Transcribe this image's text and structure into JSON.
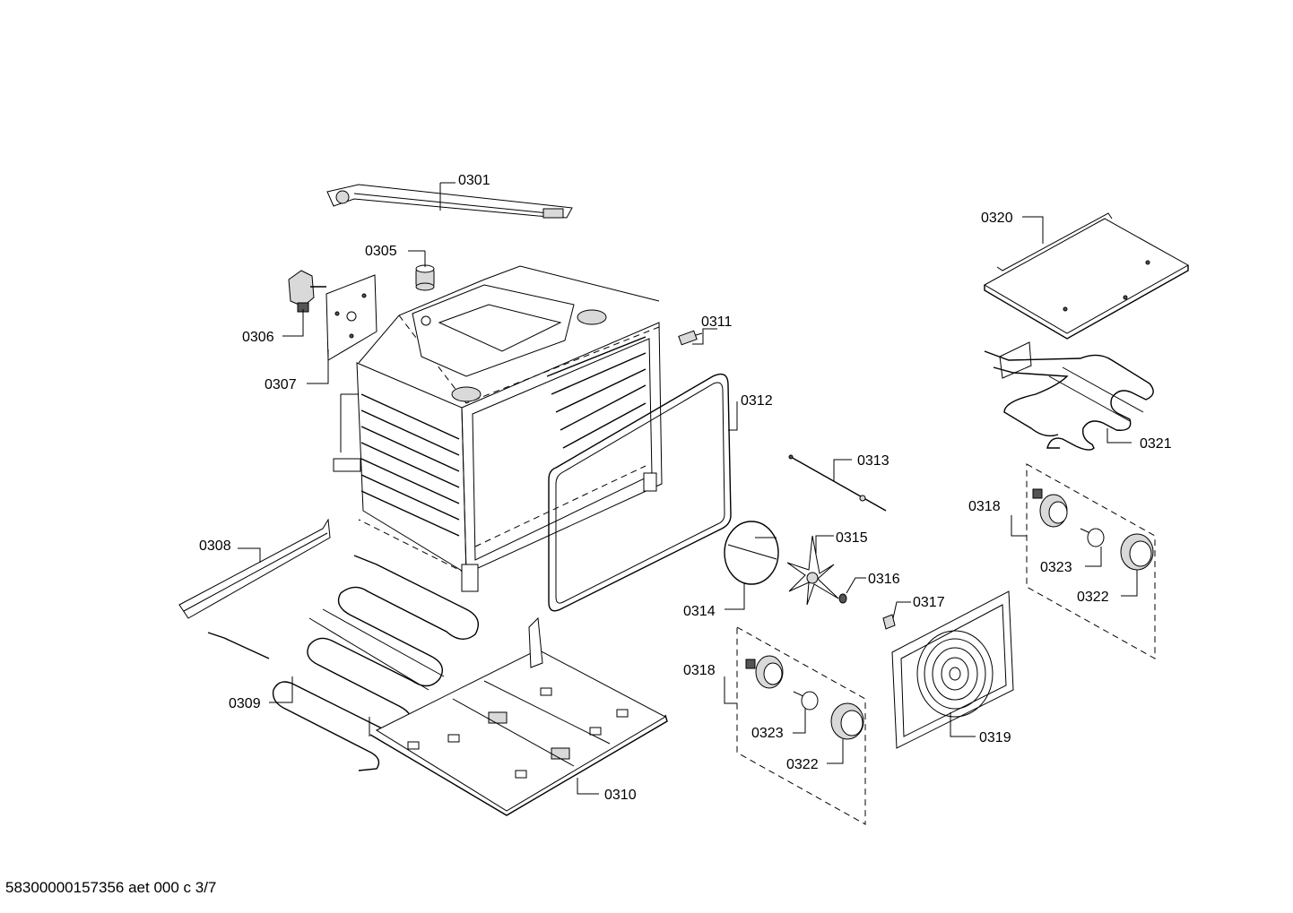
{
  "diagram": {
    "parts": {
      "p0301": "0301",
      "p0305": "0305",
      "p0306": "0306",
      "p0307": "0307",
      "p0308": "0308",
      "p0309": "0309",
      "p0310": "0310",
      "p0311": "0311",
      "p0312": "0312",
      "p0313": "0313",
      "p0314": "0314",
      "p0315": "0315",
      "p0316": "0316",
      "p0317": "0317",
      "p0318a": "0318",
      "p0318b": "0318",
      "p0319": "0319",
      "p0320": "0320",
      "p0321": "0321",
      "p0322a": "0322",
      "p0322b": "0322",
      "p0323a": "0323",
      "p0323b": "0323"
    }
  },
  "footer": "58300000157356 aet 000 c 3/7"
}
